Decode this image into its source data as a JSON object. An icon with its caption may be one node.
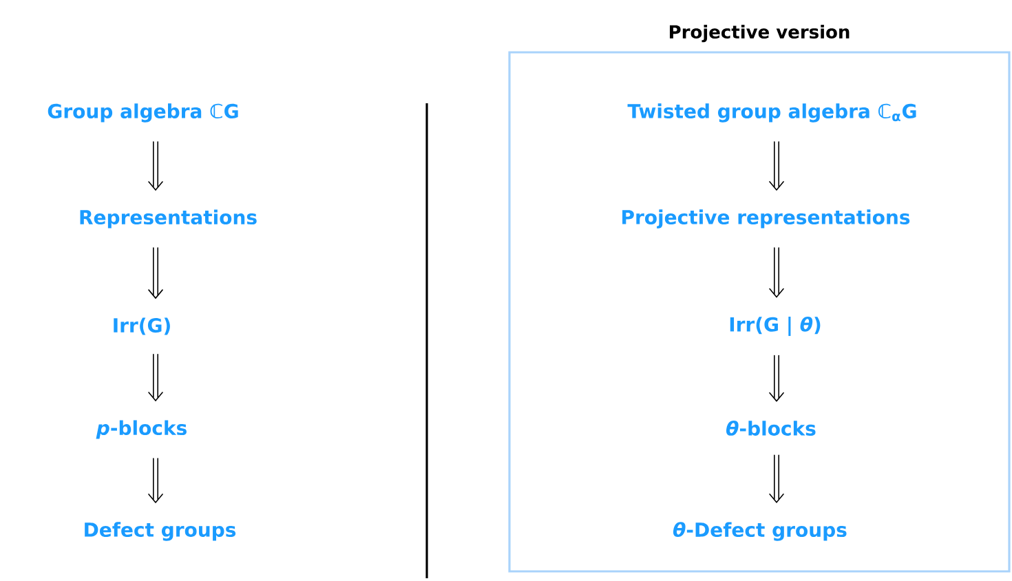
{
  "diagram": {
    "nodes": [
      {
        "text": [
          "Group algebra ℂG"
        ]
      },
      {
        "text": [
          "Representations"
        ]
      },
      {
        "text": [
          "Irr(G)"
        ]
      },
      {
        "text": [
          "*p*-blocks"
        ]
      },
      {
        "text": [
          "Defect groups"
        ]
      },
      {
        "text": [
          "Projective version"
        ]
      },
      {
        "text": [
          "Twisted group algebra ℂ$_{α}$G"
        ],
        "in": 5
      },
      {
        "text": [
          "Projective representations"
        ],
        "in": 5
      },
      {
        "text": [
          "Irr(G | *θ*)"
        ],
        "in": 5
      },
      {
        "text": [
          "*θ*-blocks"
        ],
        "in": 5
      },
      {
        "text": [
          "*θ*-Defect groups"
        ],
        "in": 5
      }
    ],
    "edges": [
      {
        "from": 0,
        "to": 1,
        "arrow": "to"
      },
      {
        "from": 1,
        "to": 2,
        "arrow": "to"
      },
      {
        "from": 2,
        "to": 3,
        "arrow": "to"
      },
      {
        "from": 3,
        "to": 4,
        "arrow": "to"
      },
      {
        "from": 6,
        "to": 7,
        "arrow": "to"
      },
      {
        "from": 7,
        "to": 8,
        "arrow": "to"
      },
      {
        "from": 8,
        "to": 9,
        "arrow": "to"
      },
      {
        "from": 9,
        "to": 10,
        "arrow": "to"
      }
    ]
  }
}
